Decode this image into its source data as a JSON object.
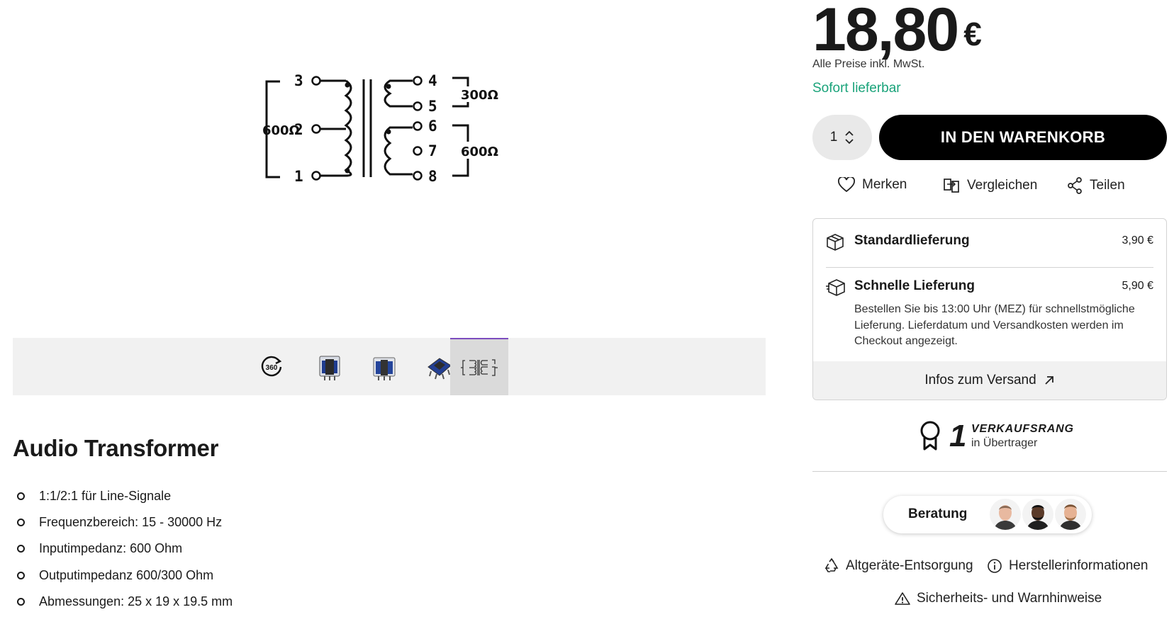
{
  "gallery": {
    "schematic": {
      "pins": [
        "3",
        "2",
        "1",
        "4",
        "5",
        "6",
        "7",
        "8"
      ],
      "primary_impedance": "600Ω",
      "secondary_impedance_top": "300Ω",
      "secondary_impedance_bottom": "600Ω"
    },
    "thumbnails": [
      {
        "name": "thumb-360-view",
        "label": "360"
      },
      {
        "name": "thumb-front"
      },
      {
        "name": "thumb-angled"
      },
      {
        "name": "thumb-top"
      },
      {
        "name": "thumb-schematic",
        "active": true
      }
    ]
  },
  "product": {
    "title": "Audio Transformer",
    "features": [
      "1:1/2:1 für Line-Signale",
      "Frequenzbereich: 15 - 30000 Hz",
      "Inputimpedanz: 600 Ohm",
      "Outputimpedanz 600/300 Ohm",
      "Abmessungen: 25 x 19 x 19.5 mm"
    ]
  },
  "buybox": {
    "price": "18,80",
    "currency": "€",
    "vat_note": "Alle Preise inkl. MwSt.",
    "availability": "Sofort lieferbar",
    "quantity": "1",
    "cart_label": "IN DEN WARENKORB",
    "actions": {
      "wishlist": "Merken",
      "compare": "Vergleichen",
      "share": "Teilen"
    }
  },
  "shipping": {
    "standard": {
      "name": "Standardlieferung",
      "price": "3,90 €"
    },
    "express": {
      "name": "Schnelle Lieferung",
      "price": "5,90 €",
      "description": "Bestellen Sie bis 13:00 Uhr (MEZ) für schnellstmögliche Lieferung. Lieferdatum und Versandkosten werden im Checkout angezeigt."
    },
    "info_link": "Infos zum Versand"
  },
  "ranking": {
    "number": "1",
    "label": "VERKAUFSRANG",
    "category": "in Übertrager"
  },
  "advice": {
    "label": "Beratung"
  },
  "links": {
    "disposal": "Altgeräte-Entsorgung",
    "manufacturer": "Herstellerinformationen",
    "safety": "Sicherheits- und Warnhinweise"
  },
  "colors": {
    "availability": "#1aa37a",
    "cart_button": "#000000",
    "thumb_active_border": "#7c4dbe"
  },
  "icons": {
    "wishlist": "heart-icon",
    "compare": "compare-icon",
    "share": "share-icon",
    "standard_shipping": "box-icon",
    "express_shipping": "fast-box-icon",
    "shipping_info": "arrow-up-right-icon",
    "ranking": "award-ribbon-icon",
    "disposal": "recycle-icon",
    "manufacturer": "info-icon",
    "safety": "warning-icon",
    "quantity": "chevron-up-down-icon"
  }
}
